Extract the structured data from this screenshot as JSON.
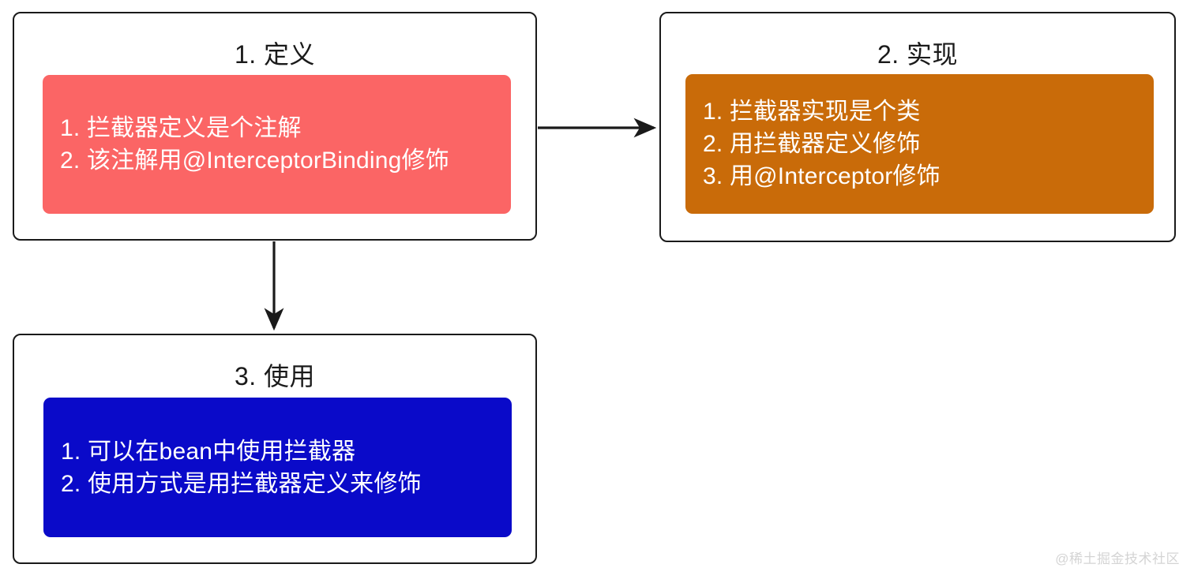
{
  "diagram": {
    "title_hidden": "",
    "nodes": [
      {
        "id": "define",
        "title": "1. 定义",
        "accent_color": "#FB6565",
        "lines": [
          "1. 拦截器定义是个注解",
          "2. 该注解用@InterceptorBinding修饰"
        ]
      },
      {
        "id": "implement",
        "title": "2. 实现",
        "accent_color": "#C96B09",
        "lines": [
          "1. 拦截器实现是个类",
          "2. 用拦截器定义修饰",
          "3. 用@Interceptor修饰"
        ]
      },
      {
        "id": "use",
        "title": "3. 使用",
        "accent_color": "#0A0AC9",
        "lines": [
          "1. 可以在bean中使用拦截器",
          "2. 使用方式是用拦截器定义来修饰"
        ]
      }
    ],
    "edges": [
      {
        "id": "define-to-implement",
        "from": "define",
        "to": "implement",
        "direction": "right",
        "label": ""
      },
      {
        "id": "define-to-use",
        "from": "define",
        "to": "use",
        "direction": "down",
        "label": ""
      }
    ],
    "stroke_color": "#1a1a1a",
    "background_color": "#ffffff"
  },
  "watermark": {
    "text": "@稀土掘金技术社区",
    "color": "#d4d4d4"
  }
}
